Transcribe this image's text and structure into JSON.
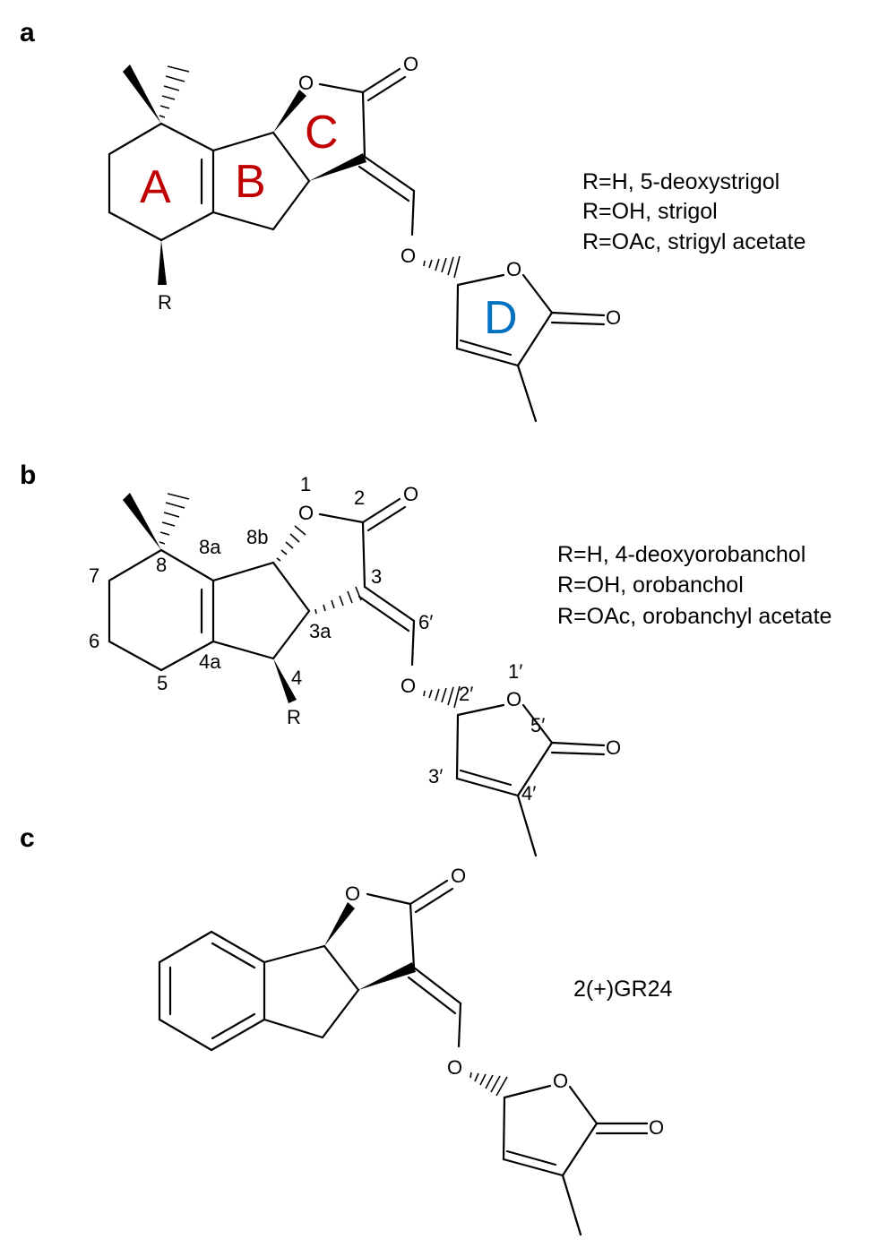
{
  "colors": {
    "ring_label_red": "#c00000",
    "ring_label_blue": "#0070c0",
    "ink": "#000000"
  },
  "panel_a": {
    "label": "a",
    "ring_labels": [
      "A",
      "B",
      "C",
      "D"
    ],
    "atom_O": "O",
    "atom_R": "R",
    "captions": [
      "R=H, 5-deoxystrigol",
      "R=OH, strigol",
      "R=OAc, strigyl acetate"
    ]
  },
  "panel_b": {
    "label": "b",
    "atom_O": "O",
    "atom_R": "R",
    "position_numbers": [
      "1",
      "2",
      "3",
      "3a",
      "4",
      "4a",
      "5",
      "6",
      "7",
      "8",
      "8a",
      "8b",
      "1′",
      "2′",
      "3′",
      "4′",
      "5′",
      "6′"
    ],
    "captions": [
      "R=H, 4-deoxyorobanchol",
      "R=OH, orobanchol",
      "R=OAc, orobanchyl acetate"
    ]
  },
  "panel_c": {
    "label": "c",
    "atom_O": "O",
    "captions": [
      "2(+)GR24"
    ]
  }
}
